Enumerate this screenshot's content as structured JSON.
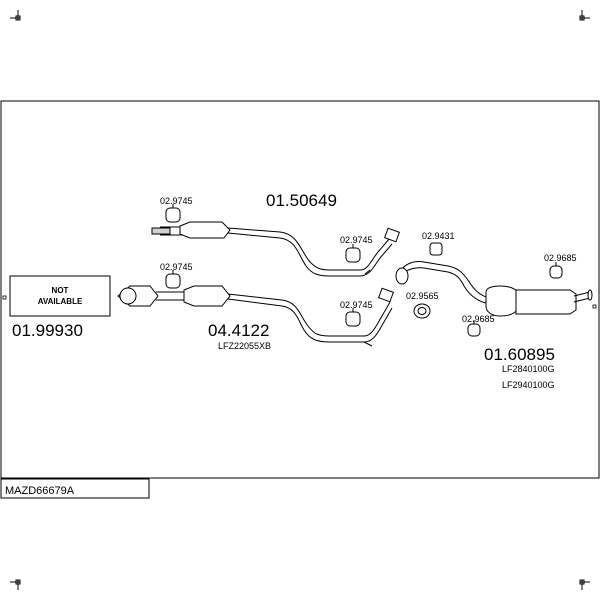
{
  "diagram": {
    "model_code": "MAZD66679A",
    "not_available_text_line1": "NOT",
    "not_available_text_line2": "AVAILABLE",
    "parts": {
      "front_pipe": "01.99930",
      "catalyst_upper": "01.50649",
      "catalyst_lower": "04.4122",
      "catalyst_lower_oem": "LFZ22055XB",
      "rear_silencer": "01.60895",
      "rear_silencer_oem_1": "LF2840100G",
      "rear_silencer_oem_2": "LF2940100G"
    },
    "fittings": {
      "hanger_upper_left": "02.9745",
      "hanger_upper_right": "02.9745",
      "hanger_lower_left": "02.9745",
      "hanger_lower_right": "02.9745",
      "clamp_mid": "02.9431",
      "gasket_mid": "02.9565",
      "hanger_rear_top": "02.9685",
      "hanger_rear_bottom": "02.9685"
    }
  }
}
